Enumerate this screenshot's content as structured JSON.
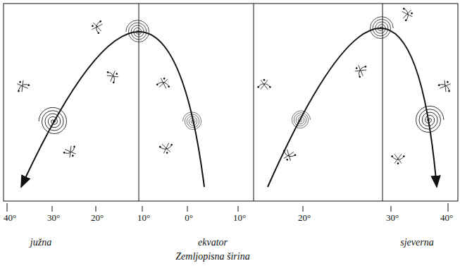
{
  "diagram": {
    "labels": [
      "40°",
      "30°",
      "20°",
      "10°",
      "0°",
      "10°",
      "20°",
      "30°",
      "40°",
      "južna",
      "ekvator",
      "Zemljopisna širina",
      "sjeverna"
    ]
  }
}
